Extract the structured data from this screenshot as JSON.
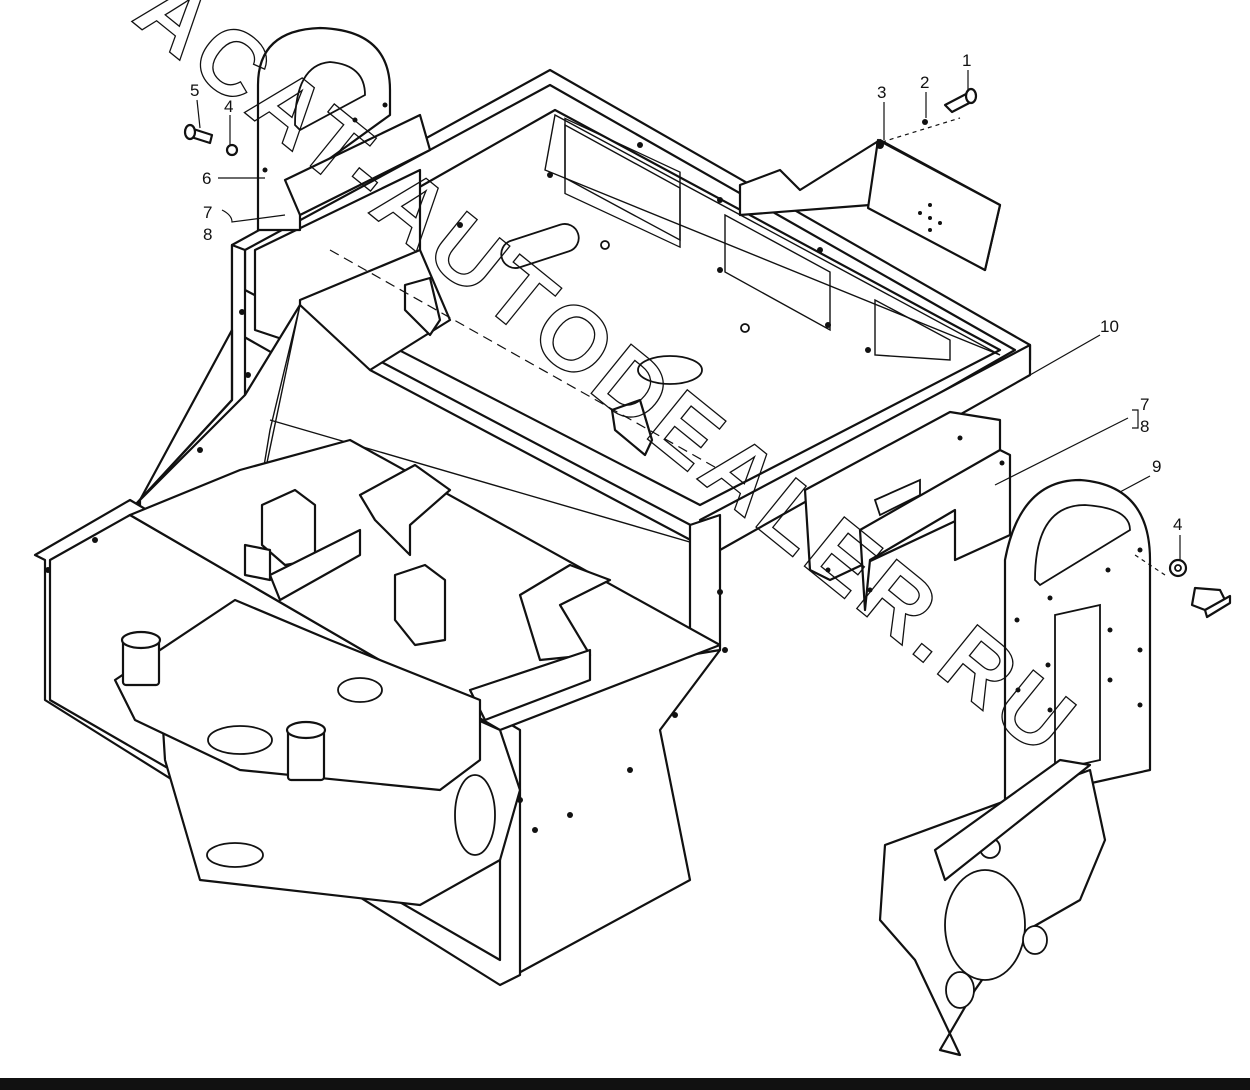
{
  "watermark": {
    "text": "ACAT-AUTODEALER.RU"
  },
  "callouts": {
    "c1": "1",
    "c2": "2",
    "c3": "3",
    "c4a": "4",
    "c4b": "4",
    "c5": "5",
    "c6": "6",
    "c7a": "7",
    "c8a": "8",
    "c7b": "7",
    "c8b": "8",
    "c9": "9",
    "c10": "10"
  },
  "colors": {
    "line": "#111111",
    "background": "#ffffff"
  }
}
